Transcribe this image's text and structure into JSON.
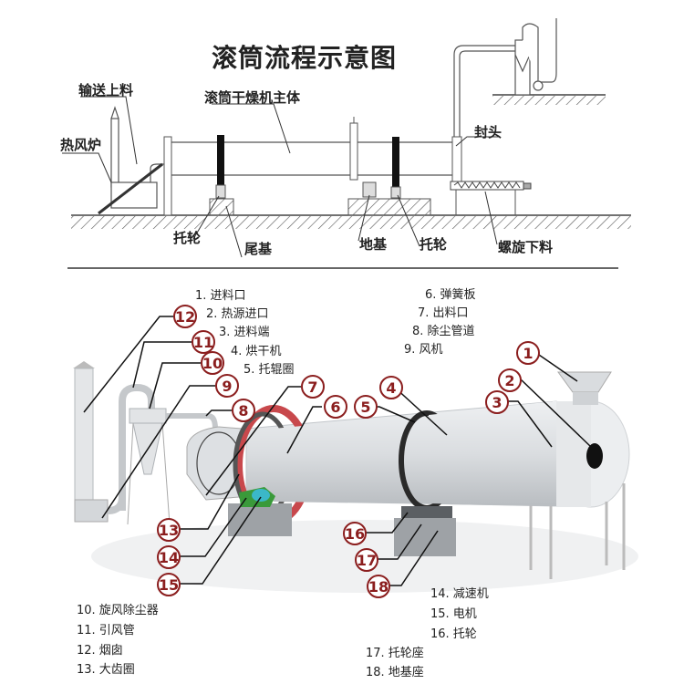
{
  "title": "滚筒流程示意图",
  "top_diagram": {
    "labels": {
      "conveyor_feed": "输送上料",
      "dryer_body": "滚筒干燥机主体",
      "hot_air_furnace": "热风炉",
      "end_cap": "封头",
      "roller_left": "托轮",
      "tail_base": "尾基",
      "foundation": "地基",
      "roller_right": "托轮",
      "screw_discharge": "螺旋下料"
    }
  },
  "bottom_diagram": {
    "legend_top_left": [
      "1. 进料口",
      "2. 热源进口",
      "3. 进料端",
      "4. 烘干机",
      "5. 托辊圈"
    ],
    "legend_top_right": [
      "6. 弹簧板",
      "7. 出料口",
      "8. 除尘管道",
      "9. 风机"
    ],
    "legend_bottom_left": [
      "10. 旋风除尘器",
      "11. 引风管",
      "12. 烟囱",
      "13. 大齿圈"
    ],
    "legend_bottom_right": [
      "14. 减速机",
      "15. 电机",
      "16. 托轮",
      "17. 托轮座",
      "18. 地基座"
    ],
    "badges": [
      "1",
      "2",
      "3",
      "4",
      "5",
      "6",
      "7",
      "8",
      "9",
      "10",
      "11",
      "12",
      "13",
      "14",
      "15",
      "16",
      "17",
      "18"
    ]
  },
  "colors": {
    "badge": "#8b1e1e",
    "gear_ring": "#c8484c",
    "motor": "#3bb8c8",
    "reducer": "#3a9a3a",
    "drum": "#dcdfe2"
  }
}
